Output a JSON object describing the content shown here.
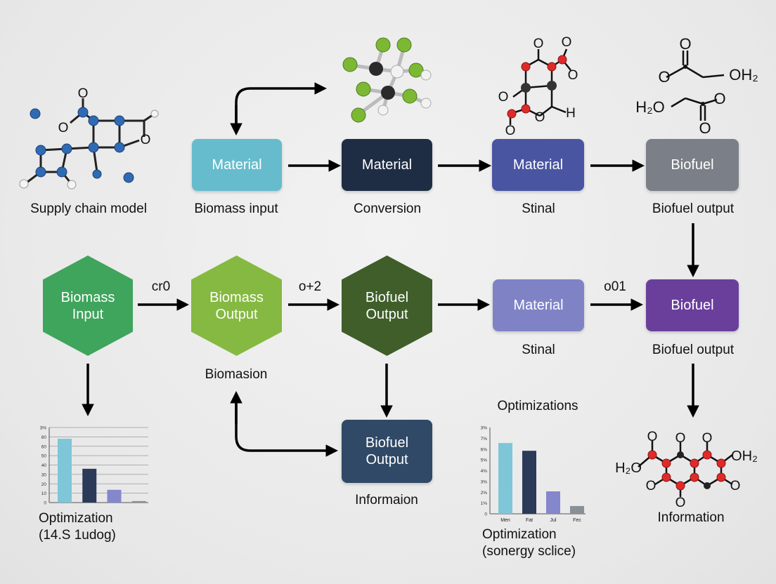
{
  "diagram": {
    "row1": {
      "labels": {
        "supply_chain": "Supply chain model",
        "biomass_input": "Biomass input",
        "conversion": "Conversion",
        "stinal": "Stinal",
        "biofuel_output": "Biofuel output"
      },
      "boxes": {
        "material_1": "Material",
        "material_2": "Material",
        "material_3": "Material",
        "biofuel": "Biofuel"
      }
    },
    "row2": {
      "hexes": {
        "biomass_input": "Biomass\nInput",
        "biomass_output": "Biomass\nOutput",
        "biofuel_output": "Biofuel\nOutput"
      },
      "boxes": {
        "material": "Material",
        "biofuel": "Biofuel"
      },
      "edge_labels": {
        "e1": "cr0",
        "e2": "o+2",
        "e3": "o01"
      },
      "labels": {
        "biomasion": "Biomasion",
        "stinal": "Stinal",
        "biofuel_output": "Biofuel output"
      }
    },
    "row3": {
      "box_biofuel_output": "Biofuel\nOutput",
      "labels": {
        "informaion": "Informaion",
        "optimizations": "Optimizations",
        "information": "Information",
        "optimization_left": "Optimization\n(14.S 1udog)",
        "optimization_mid": "Optimization\n(sonergy sclice)"
      }
    },
    "molecule_labels": {
      "oh2_top": "OH₂",
      "h2o_top": "H₂O",
      "h_mid": "H",
      "h2o_bottom": "H₂O",
      "oh2_bottom": "OH₂",
      "o": "O"
    },
    "colors": {
      "cyan": "#66bccd",
      "navy": "#1f2d44",
      "indigo": "#4a55a2",
      "gray": "#7b7f87",
      "green": "#3fa45c",
      "lime": "#85b941",
      "olive": "#3f5e2a",
      "lavender": "#7f83c6",
      "purple": "#6a3f9c",
      "steel": "#2f4966"
    }
  },
  "chart_data": [
    {
      "type": "bar",
      "ytick_labels": [
        "0",
        "10",
        "20",
        "30",
        "40",
        "50",
        "60",
        "80",
        "3%"
      ],
      "values": [
        85,
        45,
        17,
        2
      ],
      "colors": [
        "#7ec6d8",
        "#2b3a58",
        "#8487cc",
        "#8a8f98"
      ],
      "ylim": [
        0,
        100
      ]
    },
    {
      "type": "bar",
      "categories": [
        "Men",
        "Fat",
        "Jul",
        "Fec"
      ],
      "ytick_labels": [
        "0",
        "1%",
        "2%",
        "3%",
        "4%",
        "5%",
        "6%",
        "7%",
        "3%"
      ],
      "values": [
        82,
        73,
        26,
        9
      ],
      "colors": [
        "#7ec6d8",
        "#2b3a58",
        "#8487cc",
        "#8a8f98"
      ],
      "ylim": [
        0,
        100
      ]
    }
  ]
}
